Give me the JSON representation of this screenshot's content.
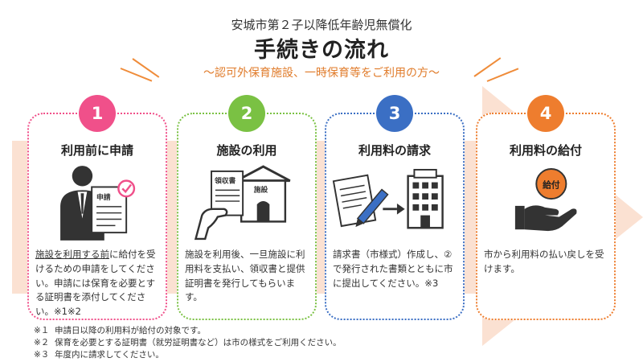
{
  "header": {
    "subtitle": "安城市第２子以降低年齢児無償化",
    "title": "手続きの流れ",
    "tagline": "〜認可外保育施設、一時保育等をご利用の方〜"
  },
  "colors": {
    "step1": "#f0508a",
    "step2": "#7ac143",
    "step3": "#3b6fc4",
    "step4": "#ee7d2e",
    "arrow_bg": "#fbe1d2",
    "accent": "#ef8c3a"
  },
  "steps": [
    {
      "number": "1",
      "title": "利用前に申請",
      "icon": "person-application-icon",
      "doc_label": "申請",
      "desc_underlined": "施設を利用する前",
      "desc_rest": "に給付を受けるための申請をしてください。申請には保育を必要とする証明書を添付してください。※1※2"
    },
    {
      "number": "2",
      "title": "施設の利用",
      "icon": "receipt-house-icon",
      "doc_label": "領収書",
      "building_label": "施設",
      "desc": "施設を利用後、一旦施設に利用料を支払い、領収書と提供証明書を発行してもらいます。"
    },
    {
      "number": "3",
      "title": "利用料の請求",
      "icon": "document-to-building-icon",
      "desc": "請求書（市様式）作成し、②で発行された書類とともに市に提出してください。※3"
    },
    {
      "number": "4",
      "title": "利用料の給付",
      "icon": "hand-coin-icon",
      "coin_label": "給付",
      "desc": "市から利用料の払い戻しを受けます。"
    }
  ],
  "notes": [
    {
      "mark": "※１",
      "text": "申請日以降の利用料が給付の対象です。"
    },
    {
      "mark": "※２",
      "text": "保育を必要とする証明書（就労証明書など）は市の様式をご利用ください。"
    },
    {
      "mark": "※３",
      "text": "年度内に請求してください。"
    }
  ]
}
